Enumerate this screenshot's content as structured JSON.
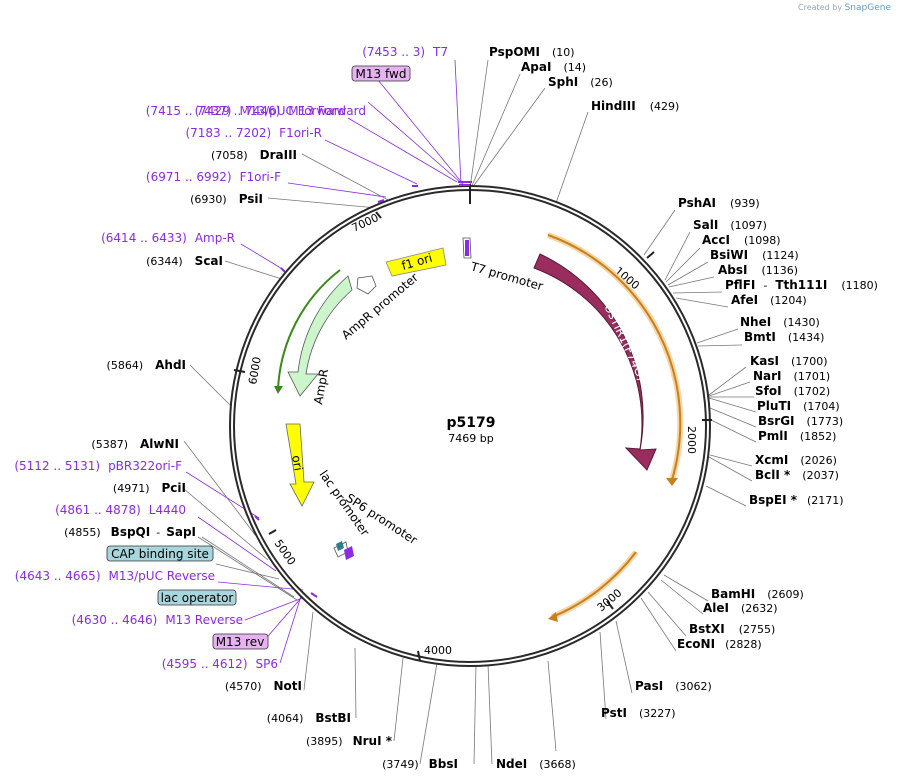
{
  "credit": {
    "prefix": "Created by",
    "brand": "SnapGene"
  },
  "plasmid": {
    "name": "p5179",
    "size": "7469 bp"
  },
  "ticks": [
    "1000",
    "2000",
    "3000",
    "4000",
    "5000",
    "6000",
    "7000"
  ],
  "features": [
    {
      "name": "OsTIR1(F74G)"
    },
    {
      "name": "f1 ori"
    },
    {
      "name": "AmpR promoter"
    },
    {
      "name": "AmpR"
    },
    {
      "name": "ori"
    },
    {
      "name": "lac promoter"
    },
    {
      "name": "SP6 promoter"
    },
    {
      "name": "T7 promoter"
    }
  ],
  "enzymes": [
    {
      "name": "PspOMI",
      "pos": "(10)"
    },
    {
      "name": "ApaI",
      "pos": "(14)"
    },
    {
      "name": "SphI",
      "pos": "(26)"
    },
    {
      "name": "HindIII",
      "pos": "(429)"
    },
    {
      "name": "PshAI",
      "pos": "(939)"
    },
    {
      "name": "SalI",
      "pos": "(1097)"
    },
    {
      "name": "AccI",
      "pos": "(1098)"
    },
    {
      "name": "BsiWI",
      "pos": "(1124)"
    },
    {
      "name": "AbsI",
      "pos": "(1136)"
    },
    {
      "name": "PflFI",
      "sep": "-",
      "name2": "Tth111I",
      "pos": "(1180)"
    },
    {
      "name": "AfeI",
      "pos": "(1204)"
    },
    {
      "name": "NheI",
      "pos": "(1430)"
    },
    {
      "name": "BmtI",
      "pos": "(1434)"
    },
    {
      "name": "KasI",
      "pos": "(1700)"
    },
    {
      "name": "NarI",
      "pos": "(1701)"
    },
    {
      "name": "SfoI",
      "pos": "(1702)"
    },
    {
      "name": "PluTI",
      "pos": "(1704)"
    },
    {
      "name": "BsrGI",
      "pos": "(1773)"
    },
    {
      "name": "PmlI",
      "pos": "(1852)"
    },
    {
      "name": "XcmI",
      "pos": "(2026)"
    },
    {
      "name": "BclI *",
      "pos": "(2037)"
    },
    {
      "name": "BspEI *",
      "pos": "(2171)"
    },
    {
      "name": "BamHI",
      "pos": "(2609)"
    },
    {
      "name": "AleI",
      "pos": "(2632)"
    },
    {
      "name": "BstXI",
      "pos": "(2755)"
    },
    {
      "name": "EcoNI",
      "pos": "(2828)"
    },
    {
      "name": "PasI",
      "pos": "(3062)"
    },
    {
      "name": "PstI",
      "pos": "(3227)"
    },
    {
      "name": "NdeI",
      "pos": "(3668)"
    },
    {
      "name": "BbsI",
      "pos": "(3749)"
    },
    {
      "name": "NruI *",
      "pos": "(3895)"
    },
    {
      "name": "BstBI",
      "pos": "(4064)"
    },
    {
      "name": "NotI",
      "pos": "(4570)"
    },
    {
      "name": "BspQI",
      "sep": "-",
      "name2": "SapI",
      "pos": "(4855)"
    },
    {
      "name": "PciI",
      "pos": "(4971)"
    },
    {
      "name": "AlwNI",
      "pos": "(5387)"
    },
    {
      "name": "AhdI",
      "pos": "(5864)"
    },
    {
      "name": "ScaI",
      "pos": "(6344)"
    },
    {
      "name": "PsiI",
      "pos": "(6930)"
    },
    {
      "name": "DraIII",
      "pos": "(7058)"
    }
  ],
  "primers": [
    {
      "range": "(7453 .. 3)",
      "name": "T7"
    },
    {
      "name": "M13 fwd"
    },
    {
      "range": "(7429 .. 7446)",
      "name": "M13 Forward"
    },
    {
      "range": "(7415 .. 7437)",
      "name": "M13/pUC Forward"
    },
    {
      "range": "(7183 .. 7202)",
      "name": "F1ori-R"
    },
    {
      "range": "(6971 .. 6992)",
      "name": "F1ori-F"
    },
    {
      "range": "(6414 .. 6433)",
      "name": "Amp-R"
    },
    {
      "range": "(5112 .. 5131)",
      "name": "pBR322ori-F"
    },
    {
      "range": "(4861 .. 4878)",
      "name": "L4440"
    },
    {
      "name": "CAP binding site"
    },
    {
      "range": "(4643 .. 4665)",
      "name": "M13/pUC Reverse"
    },
    {
      "name": "lac operator"
    },
    {
      "range": "(4630 .. 4646)",
      "name": "M13 Reverse"
    },
    {
      "name": "M13 rev"
    },
    {
      "range": "(4595 .. 4612)",
      "name": "SP6"
    }
  ],
  "colors": {
    "backbone": "#2a2a2a",
    "ostir1": "#9a2c5e",
    "ampr": "#ccf5cc",
    "ori": "#ffff00",
    "orf_arrow": "#d4881e",
    "primer_purple": "#8B2BE2",
    "box_purple": "#e6b3f0",
    "box_blue": "#a7d6dd"
  }
}
